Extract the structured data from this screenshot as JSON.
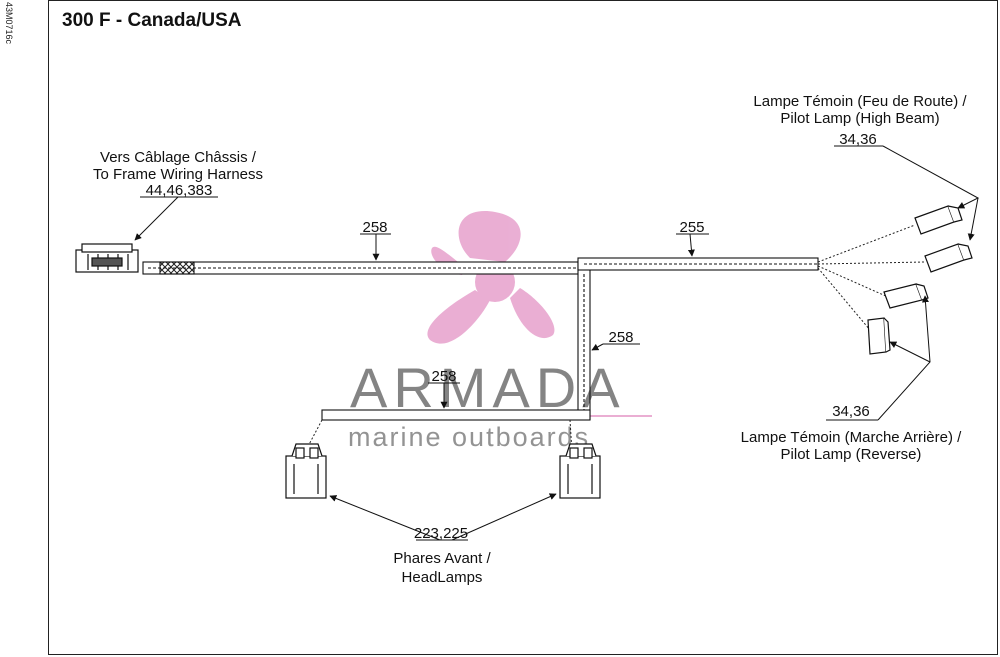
{
  "diagram": {
    "title": "300 F - Canada/USA",
    "side_code": "43M0716c",
    "labels": {
      "frame_harness_fr": "Vers Câblage Châssis /",
      "frame_harness_en": "To Frame Wiring Harness",
      "frame_harness_refs": "44,46,383",
      "high_beam_fr": "Lampe Témoin (Feu de Route) /",
      "high_beam_en": "Pilot Lamp (High Beam)",
      "high_beam_refs": "34,36",
      "reverse_refs": "34,36",
      "reverse_fr": "Lampe Témoin (Marche Arrière) /",
      "reverse_en": "Pilot Lamp (Reverse)",
      "headlamps_refs": "223,225",
      "headlamps_fr": "Phares Avant /",
      "headlamps_en": "HeadLamps",
      "wire_main": "258",
      "wire_right": "255",
      "wire_vertical": "258",
      "wire_lower": "258"
    },
    "watermark": {
      "brand": "ARMADA",
      "tagline": "marine outboards",
      "logo_color": "#e8a6cf",
      "text_color": "#777777"
    }
  }
}
